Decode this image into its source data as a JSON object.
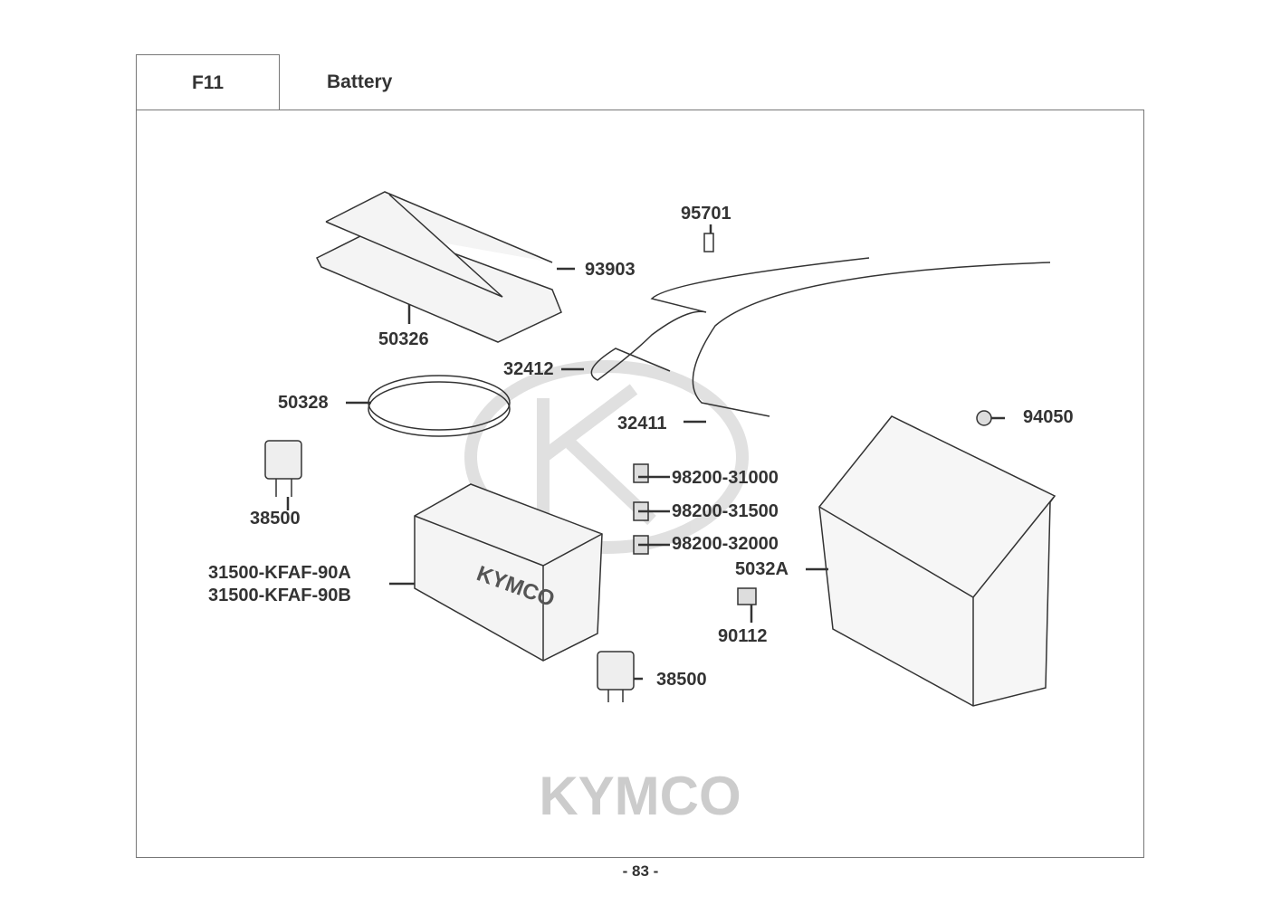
{
  "header": {
    "code": "F11",
    "title": "Battery"
  },
  "watermark": "KYMCO",
  "battery_print": "KYMCO",
  "parts": [
    {
      "no": "95701"
    },
    {
      "no": "93903"
    },
    {
      "no": "50326"
    },
    {
      "no": "32412"
    },
    {
      "no": "50328"
    },
    {
      "no": "32411"
    },
    {
      "no": "94050"
    },
    {
      "no": "38500"
    },
    {
      "no": "98200-31000"
    },
    {
      "no": "98200-31500"
    },
    {
      "no": "98200-32000"
    },
    {
      "no": "5032A"
    },
    {
      "no": "31500-KFAF-90A"
    },
    {
      "no": "31500-KFAF-90B"
    },
    {
      "no": "90112"
    },
    {
      "no": "38500"
    }
  ],
  "footer": {
    "page": "- 83 -"
  }
}
